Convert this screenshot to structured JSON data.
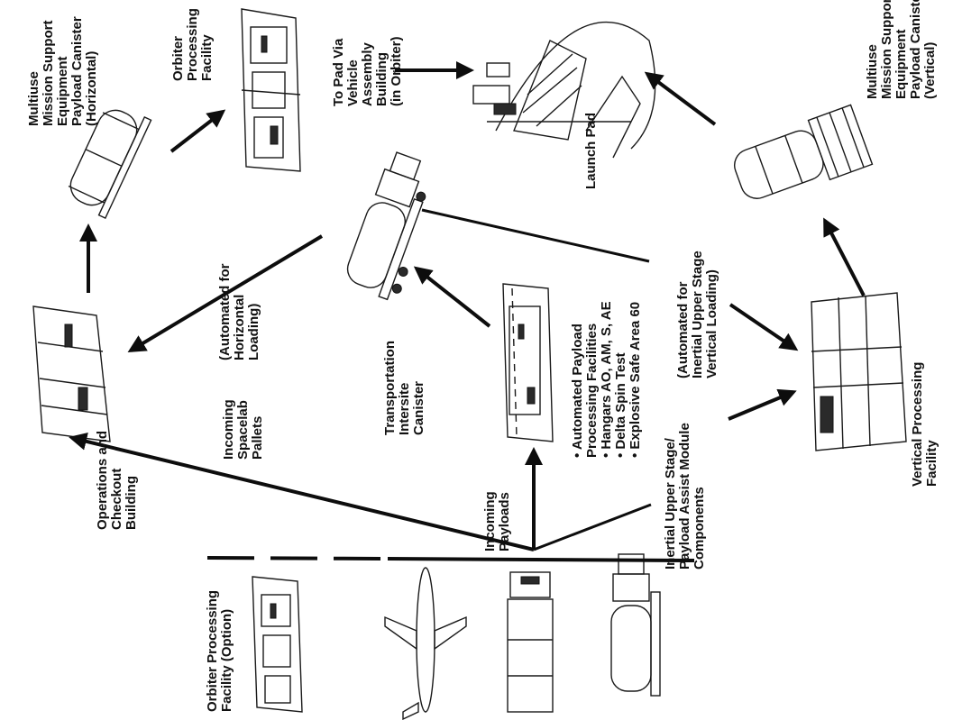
{
  "labels": {
    "canister_horizontal": [
      "Multiuse",
      "Mission Support",
      "Equipment",
      "Payload Canister",
      "(Horizontal)"
    ],
    "orbiter_processing": [
      "Orbiter",
      "Processing",
      "Facility"
    ],
    "to_pad": [
      "To Pad Via",
      "Vehicle",
      "Assembly",
      "Building",
      "(in Orbiter)"
    ],
    "launch_pad": [
      "Launch Pad"
    ],
    "canister_vertical": [
      "Multiuse",
      "Mission Support",
      "Equipment",
      "Payload Canister",
      "(Vertical)"
    ],
    "automated_horizontal": [
      "(Automated for",
      "Horizontal",
      "Loading)"
    ],
    "automated_vertical": [
      "(Automated for",
      "Inertial Upper Stage",
      "Vertical Loading)"
    ],
    "transportation_canister": [
      "Transportation",
      "Intersite",
      "Canister"
    ],
    "automated_payload": [
      "• Automated Payload",
      "   Processing Facilities",
      "• Hangars AO, AM, S, AE",
      "• Delta Spin Test",
      "• Explosive Safe Area 60"
    ],
    "vertical_processing": [
      "Vertical Processing",
      "Facility"
    ],
    "operations_checkout": [
      "Operations and",
      "Checkout",
      "Building"
    ],
    "incoming_spacelab": [
      "Incoming",
      "Spacelab",
      "Pallets"
    ],
    "incoming_payloads": [
      "Incoming",
      "Payloads"
    ],
    "ius_pam": [
      "Inertial Upper Stage/",
      "Payload Assist Module",
      "Components"
    ],
    "orbiter_option": [
      "Orbiter Processing",
      "Facility (Option)"
    ]
  }
}
